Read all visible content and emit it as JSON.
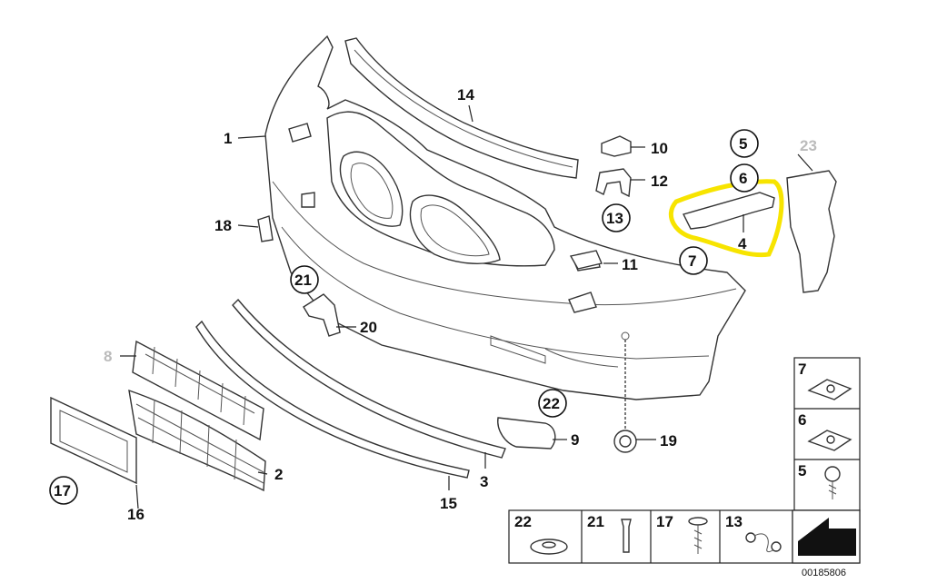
{
  "callouts": {
    "c1": "1",
    "c2": "2",
    "c3": "3",
    "c4": "4",
    "c5": "5",
    "c6": "6",
    "c7": "7",
    "c8": "8",
    "c9": "9",
    "c10": "10",
    "c11": "11",
    "c12": "12",
    "c13": "13",
    "c14": "14",
    "c15": "15",
    "c16": "16",
    "c17": "17",
    "c18": "18",
    "c19": "19",
    "c20": "20",
    "c21": "21",
    "c22": "22",
    "c23": "23"
  },
  "legend": {
    "side": [
      "7",
      "6",
      "5"
    ],
    "bottom": [
      "22",
      "21",
      "17",
      "13"
    ]
  },
  "doc_number": "00185806",
  "colors": {
    "highlight": "#f7e400",
    "inactive_label": "#bbbbbb"
  }
}
